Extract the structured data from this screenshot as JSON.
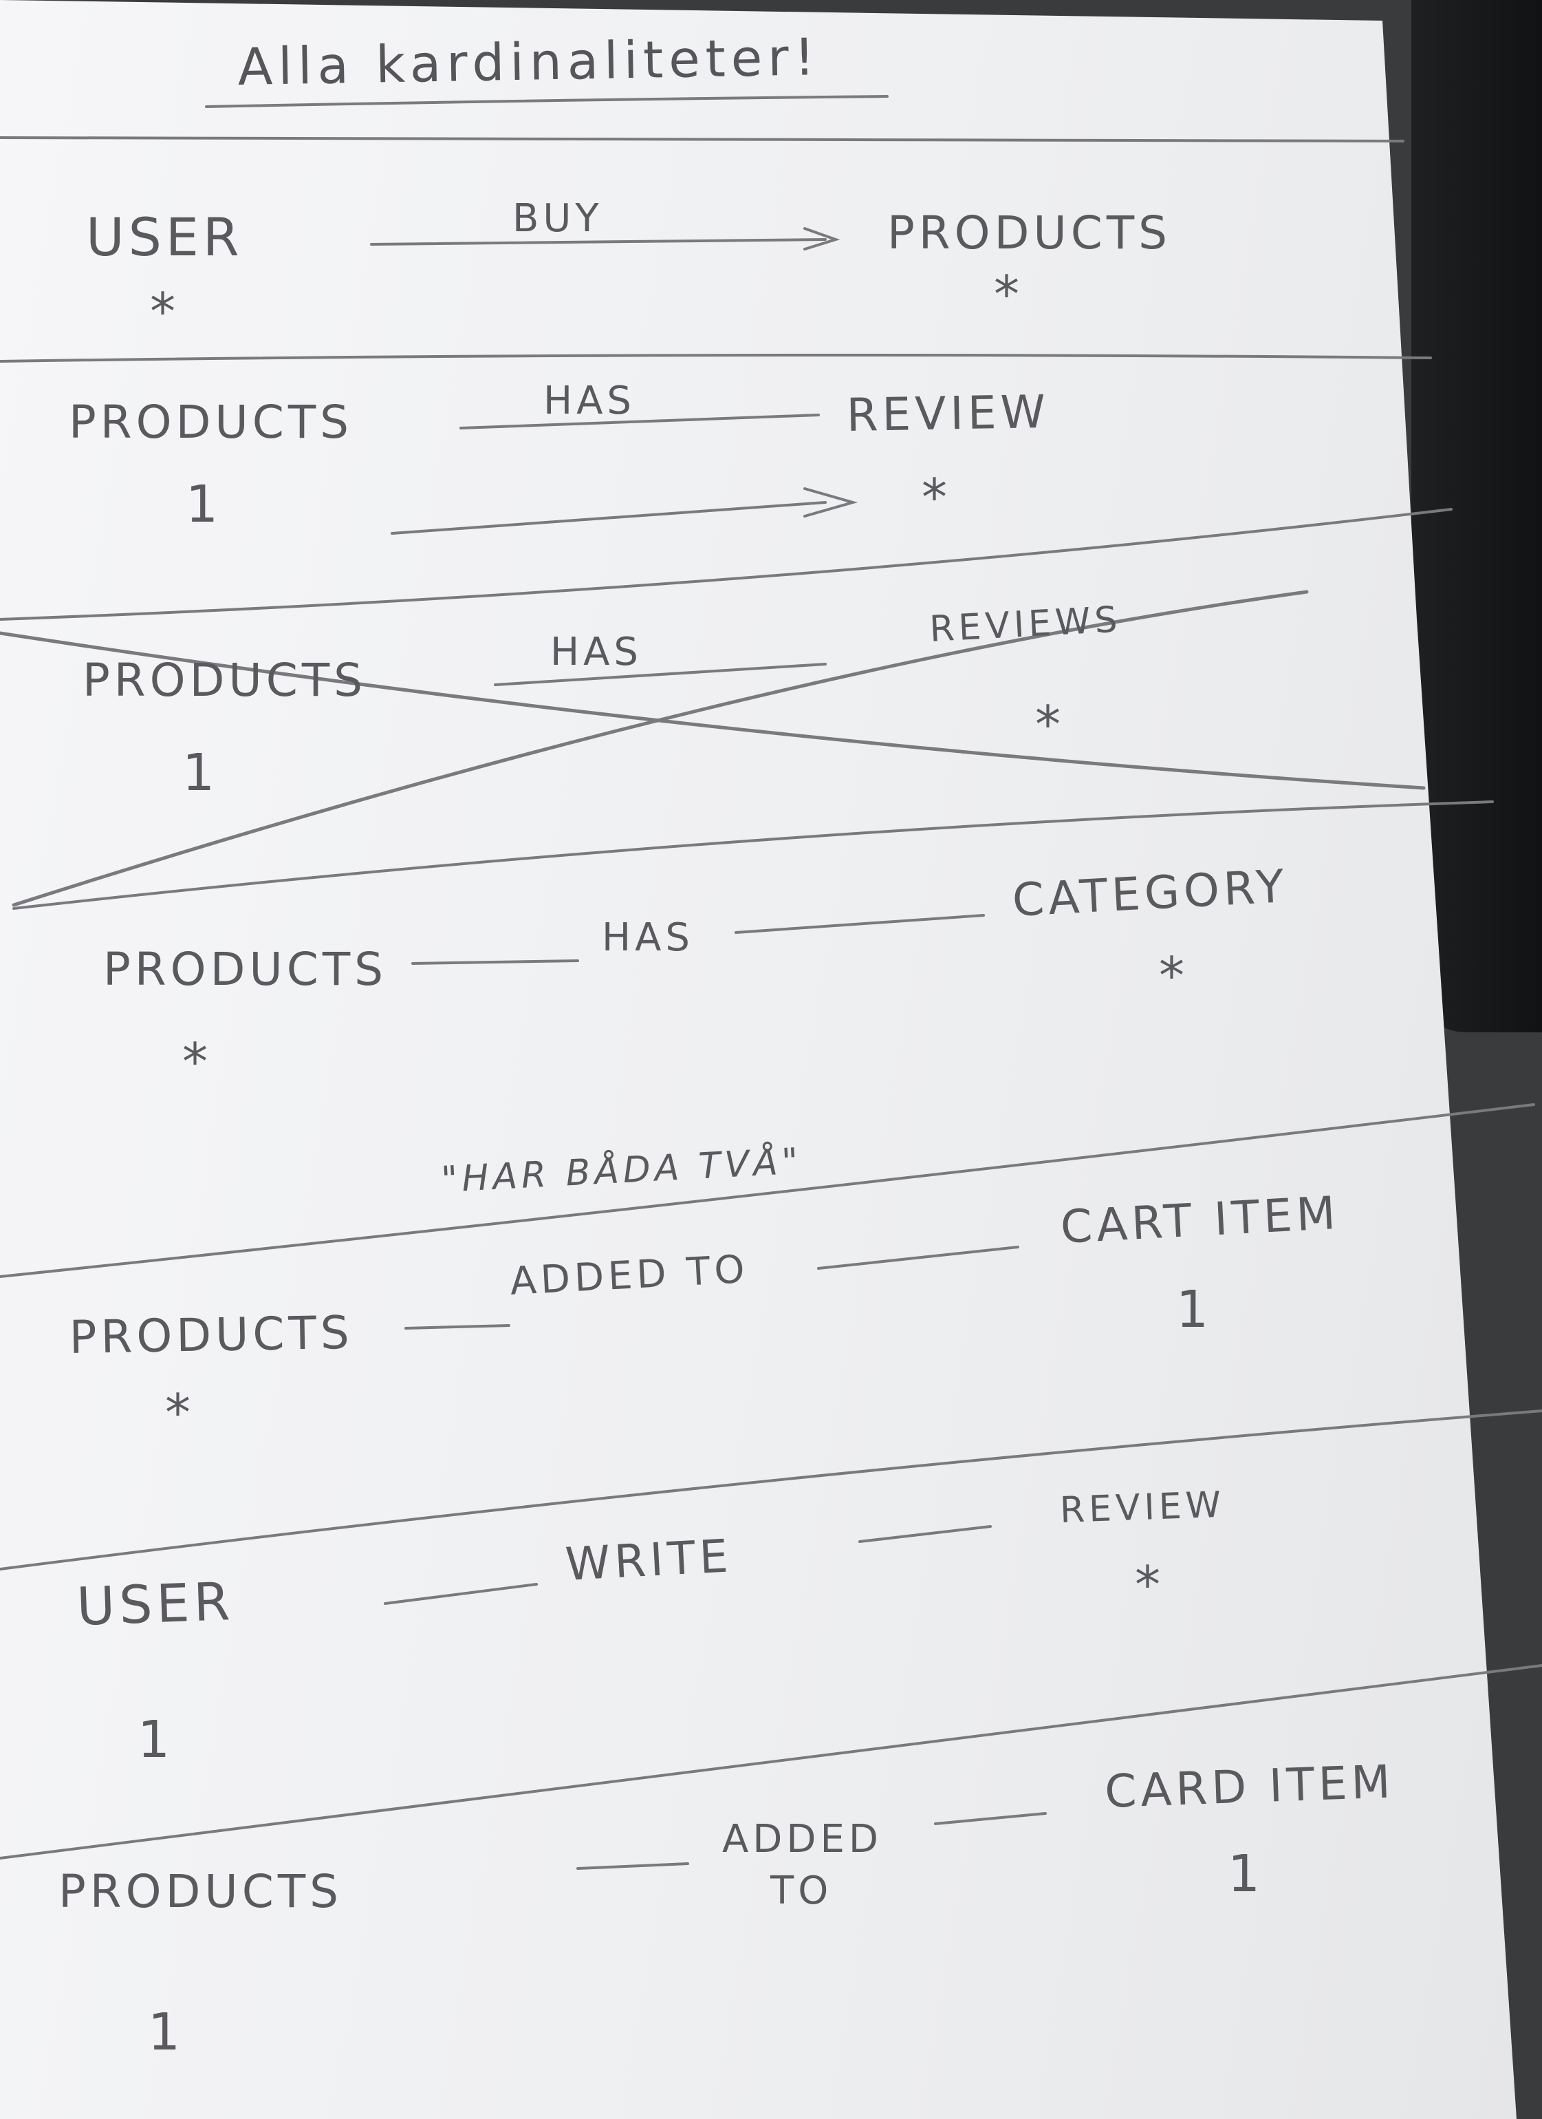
{
  "title": "Alla kardinaliteter!",
  "rows": [
    {
      "left": "USER",
      "left_card": "*",
      "verb": "BUY",
      "right": "PRODUCTS",
      "right_card": "*"
    },
    {
      "left": "PRODUCTS",
      "left_card": "1",
      "verb": "HAS",
      "right": "REVIEW",
      "right_card": "*"
    },
    {
      "left": "PRODUCTS",
      "left_card": "1",
      "verb": "HAS",
      "right": "REVIEWS",
      "right_card": "*",
      "crossed_out": true
    },
    {
      "left": "PRODUCTS",
      "left_card": "*",
      "verb": "HAS",
      "right": "CATEGORY",
      "right_card": "*"
    },
    {
      "note": "\"HAR BÅDA TVÅ\"",
      "left": "PRODUCTS",
      "left_card": "*",
      "verb": "ADDED TO",
      "right": "CART ITEM",
      "right_card": "1"
    },
    {
      "left": "USER",
      "left_card": "1",
      "verb": "WRITE",
      "right": "REVIEW",
      "right_card": "*"
    },
    {
      "left": "PRODUCTS",
      "left_card": "1",
      "verb_line1": "ADDED",
      "verb_line2": "TO",
      "right": "CARD ITEM",
      "right_card": "1"
    }
  ]
}
